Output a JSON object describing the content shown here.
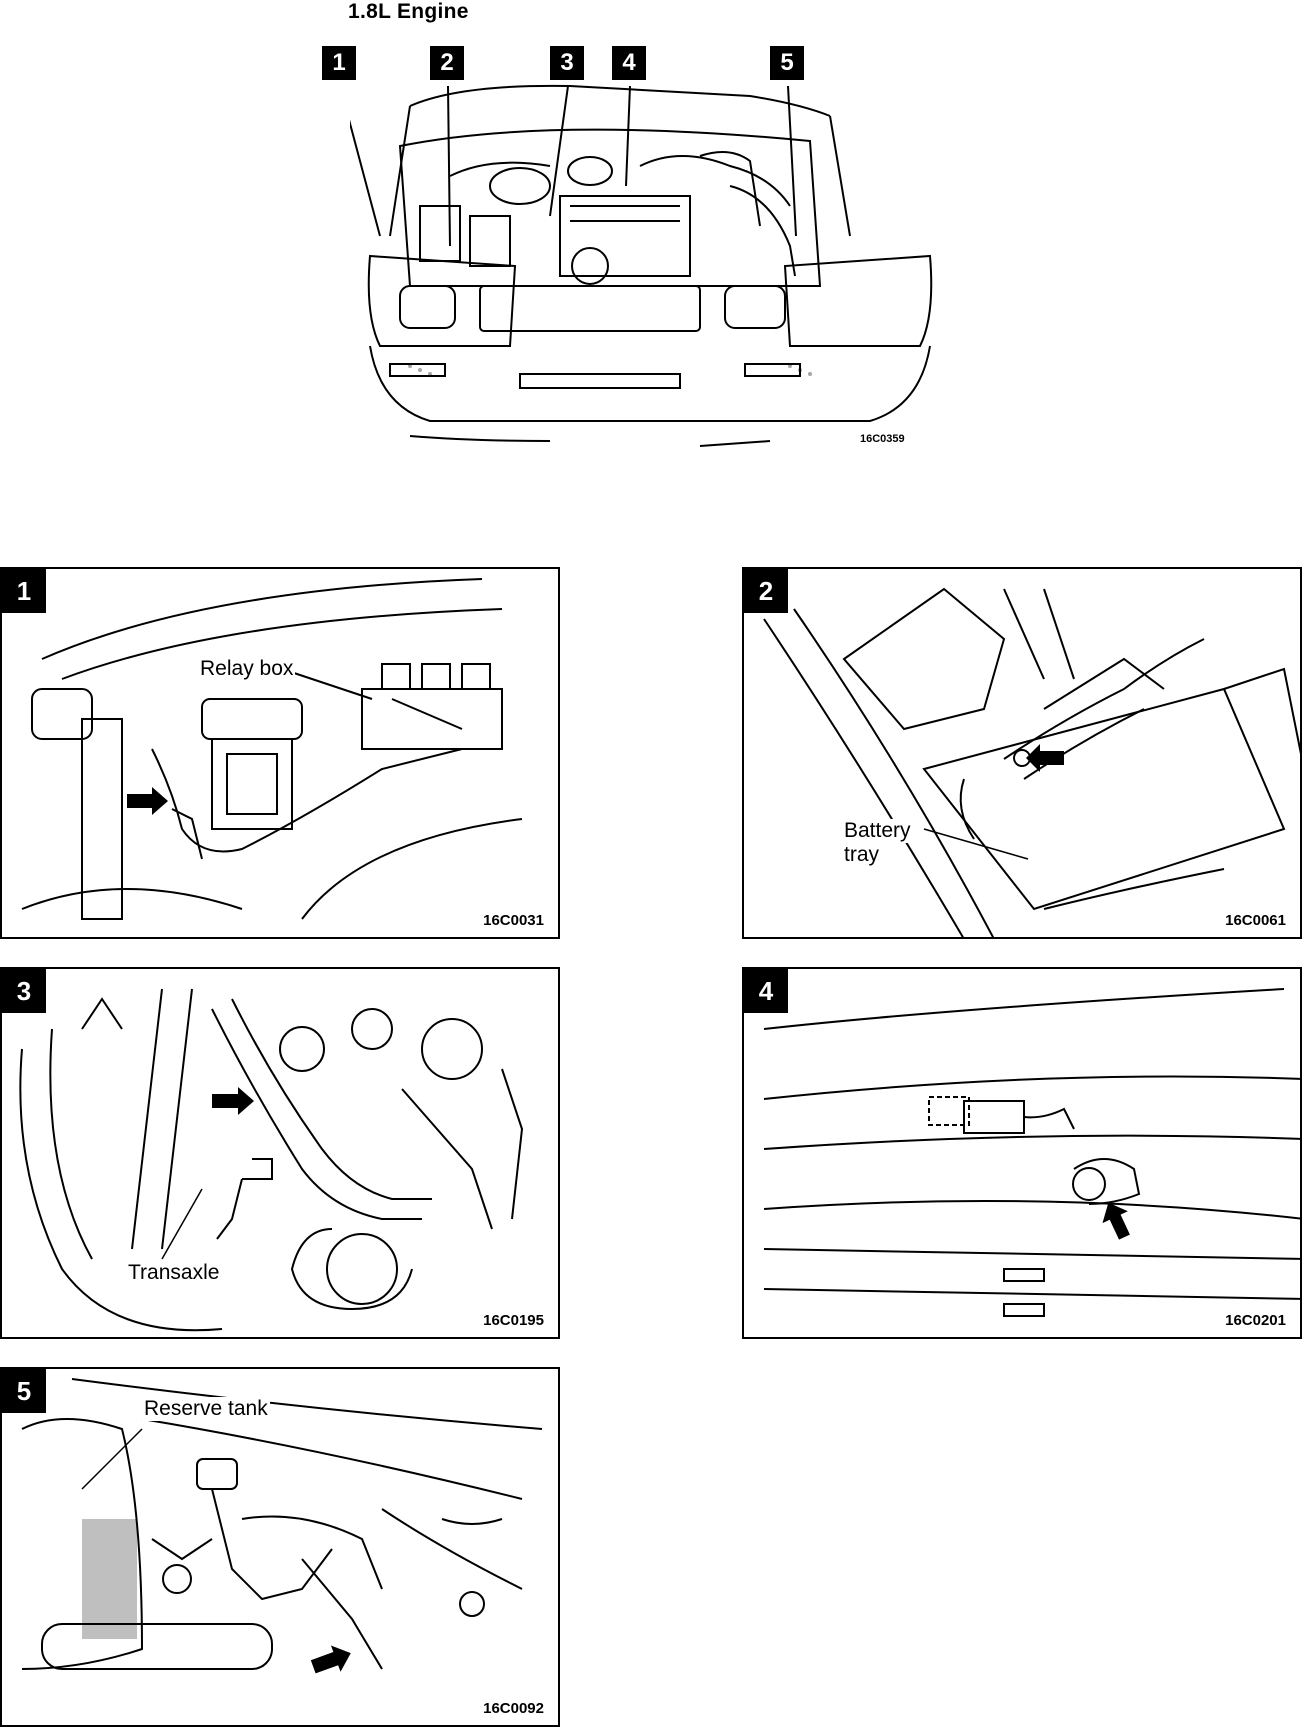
{
  "title": "1.8L Engine",
  "overview": {
    "code": "16C0359",
    "callouts": [
      "1",
      "2",
      "3",
      "4",
      "5"
    ]
  },
  "panels": [
    {
      "number": "1",
      "code": "16C0031",
      "labels": [
        "Relay box"
      ]
    },
    {
      "number": "2",
      "code": "16C0061",
      "labels": [
        "Battery",
        "tray"
      ]
    },
    {
      "number": "3",
      "code": "16C0195",
      "labels": [
        "Transaxle"
      ]
    },
    {
      "number": "4",
      "code": "16C0201",
      "labels": []
    },
    {
      "number": "5",
      "code": "16C0092",
      "labels": [
        "Reserve tank"
      ]
    }
  ],
  "colors": {
    "ink": "#000000",
    "paper": "#ffffff"
  }
}
